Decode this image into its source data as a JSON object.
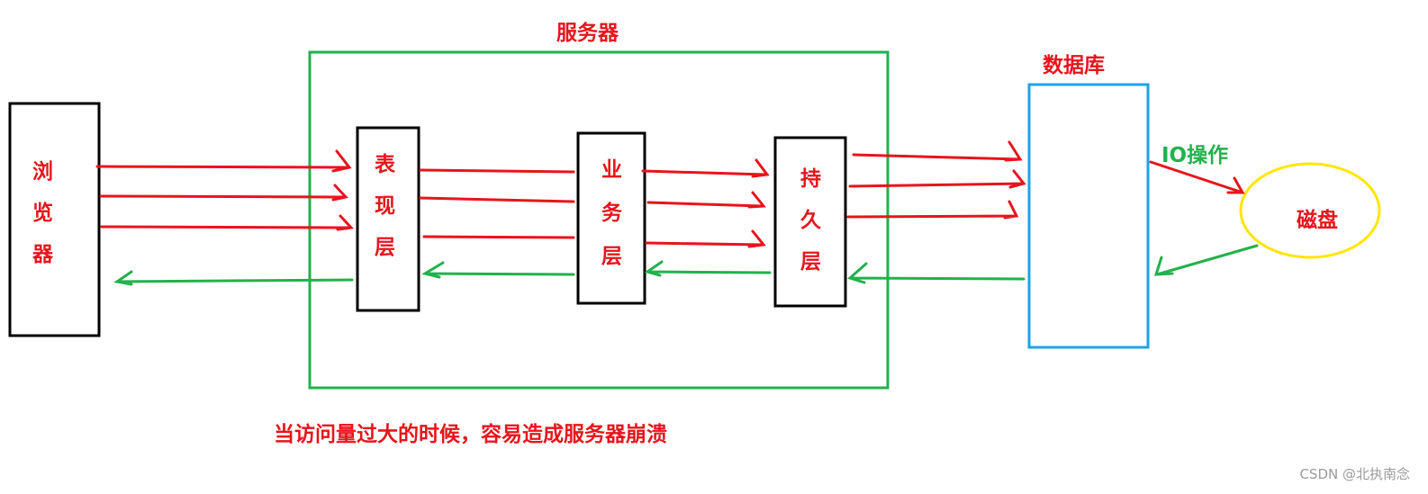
{
  "labels": {
    "server": "服务器",
    "database": "数据库",
    "browser": "浏览器",
    "presentation_layer": "表现层",
    "business_layer": "业务层",
    "persistence_layer": "持久层",
    "io_operation": "IO操作",
    "disk": "磁盘",
    "note": "当访问量过大的时候，容易造成服务器崩溃"
  },
  "watermark": "CSDN @北执南念",
  "colors": {
    "request_arrow": "#e8141c",
    "response_arrow": "#22b14c",
    "server_box": "#22b14c",
    "database_box": "#1ca3e6",
    "disk_ellipse": "#ffe600",
    "component_box": "#000000",
    "text_red": "#e8141c",
    "text_green": "#22b14c"
  }
}
